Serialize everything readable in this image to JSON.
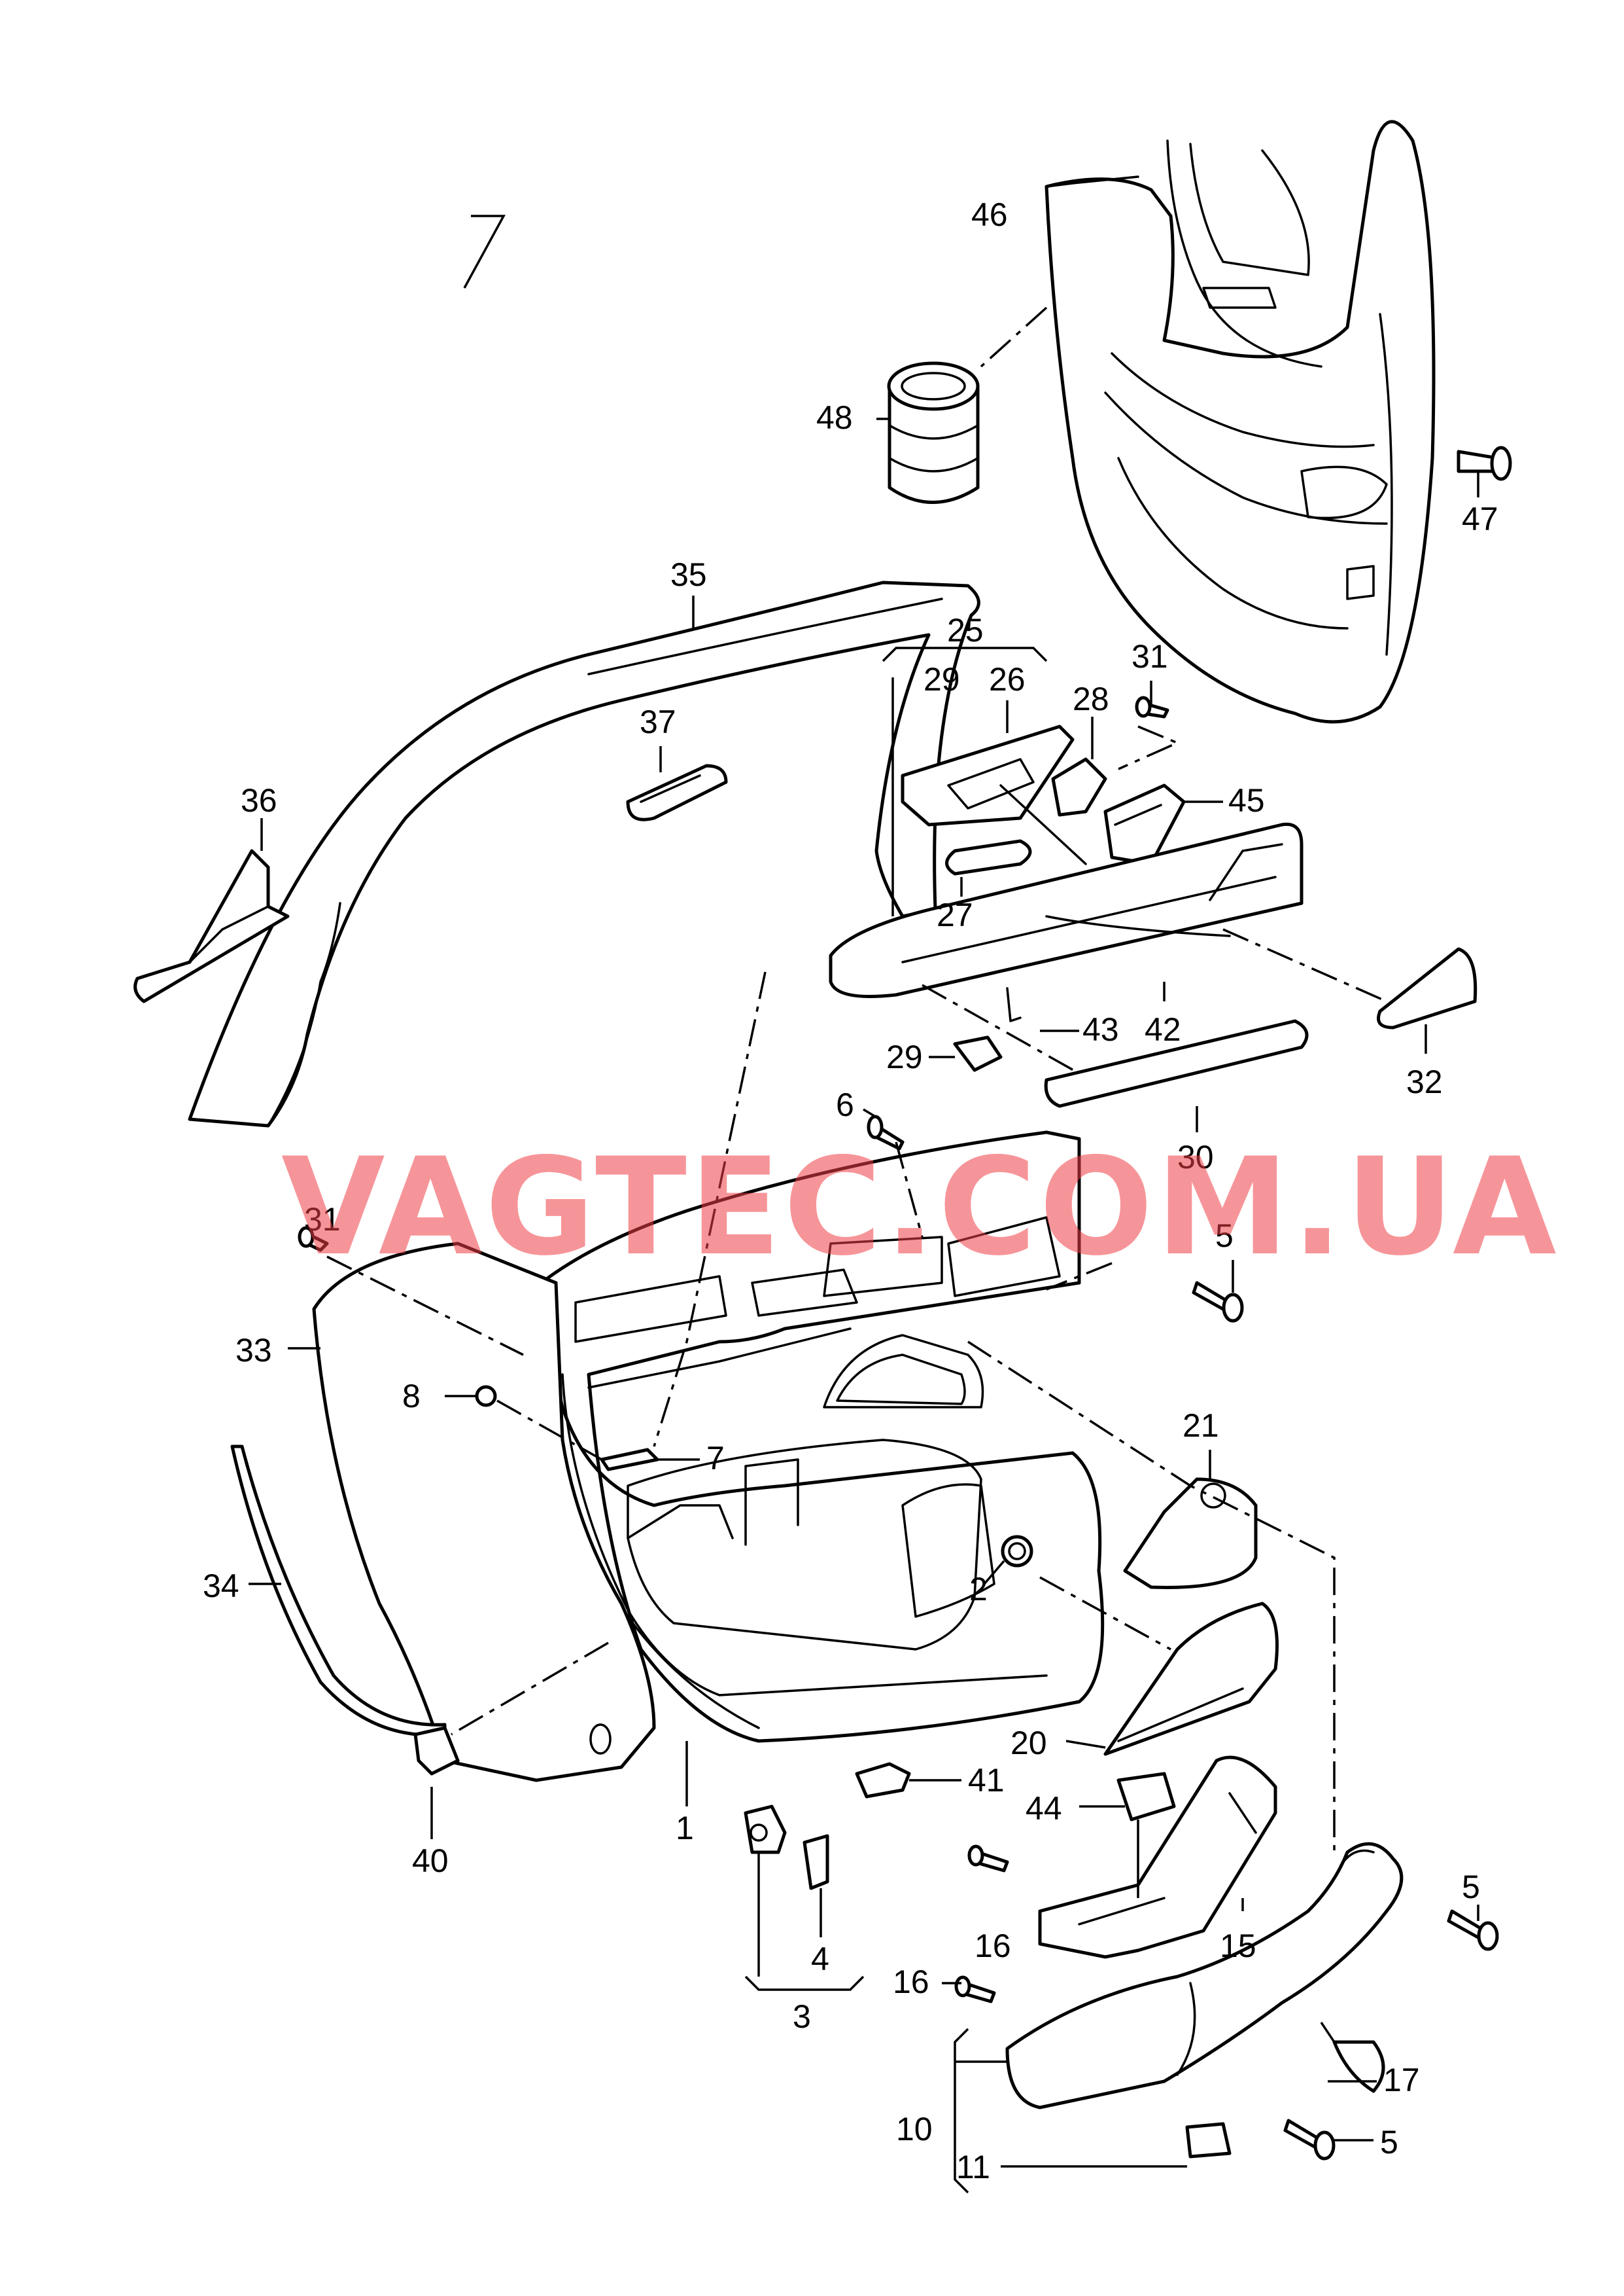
{
  "watermark": "VAGTEC.COM.UA",
  "callouts": {
    "c1": "1",
    "c2": "2",
    "c3": "3",
    "c4": "4",
    "c5a": "5",
    "c5b": "5",
    "c5c": "5",
    "c6": "6",
    "c7": "7",
    "c8": "8",
    "c10": "10",
    "c11": "11",
    "c15": "15",
    "c16a": "16",
    "c16b": "16",
    "c17": "17",
    "c20": "20",
    "c21": "21",
    "c25": "25",
    "c26": "26",
    "c27": "27",
    "c28": "28",
    "c29a": "29",
    "c29b": "29",
    "c30": "30",
    "c31a": "31",
    "c31b": "31",
    "c32": "32",
    "c33": "33",
    "c34": "34",
    "c35": "35",
    "c36": "36",
    "c37": "37",
    "c40": "40",
    "c41": "41",
    "c42": "42",
    "c43": "43",
    "c44": "44",
    "c45": "45",
    "c46": "46",
    "c47": "47",
    "c48": "48"
  },
  "colors": {
    "line": "#000000",
    "watermark": "#ef3e45",
    "background": "#ffffff"
  }
}
